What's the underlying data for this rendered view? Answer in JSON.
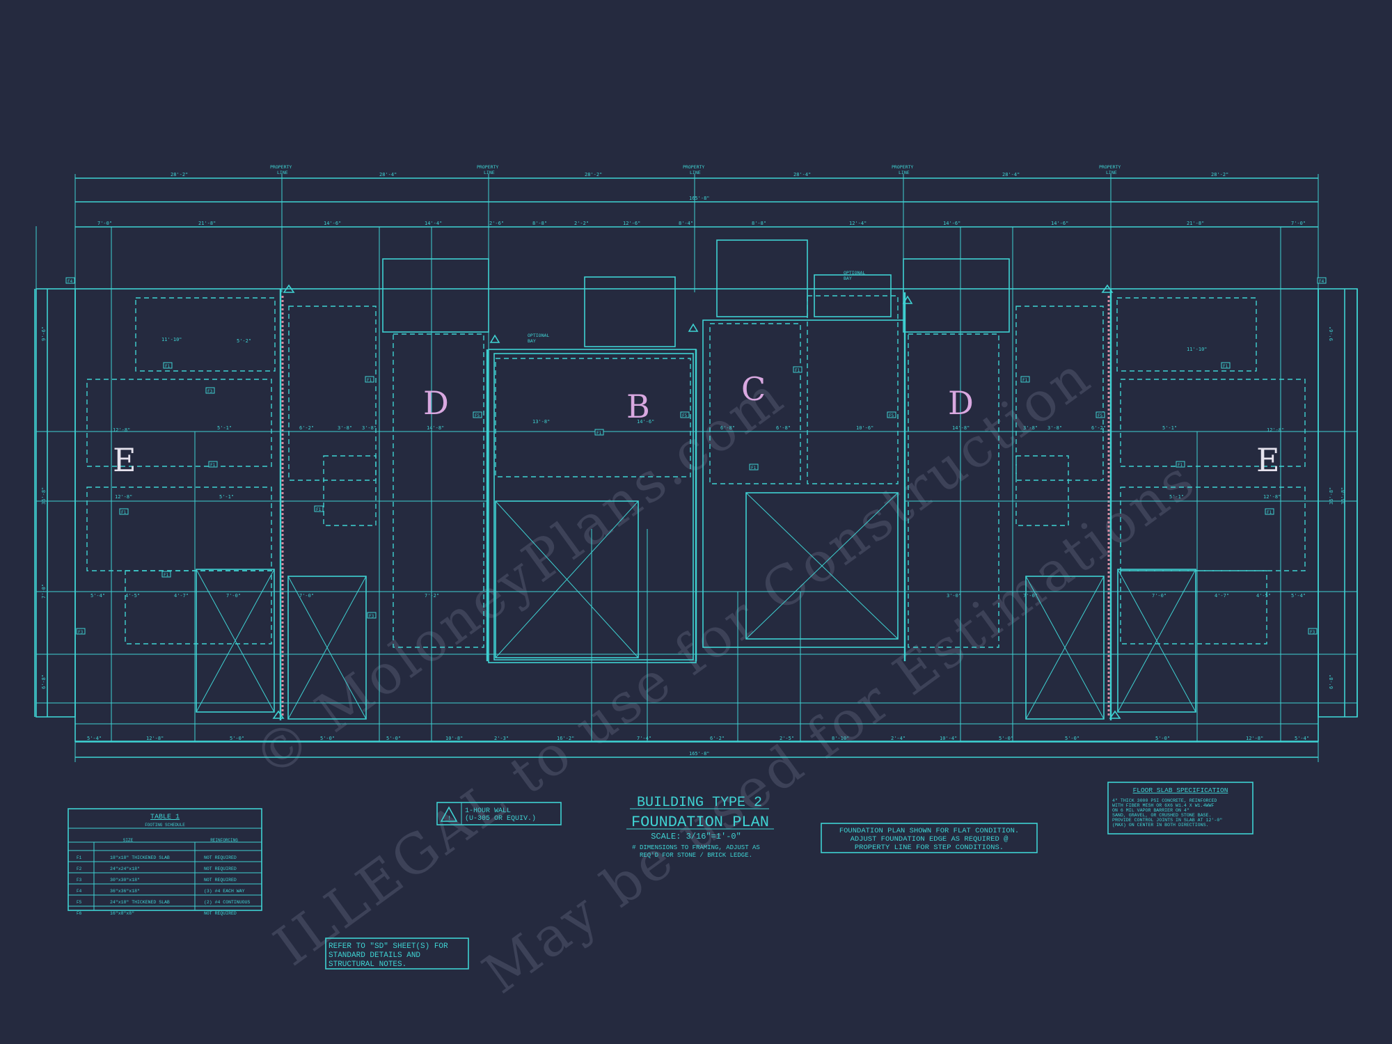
{
  "sheet": {
    "title_line1": "BUILDING TYPE 2",
    "title_line2": "FOUNDATION PLAN",
    "scale": "SCALE: 3/16\"=1'-0\"",
    "dim_note_line1": "# DIMENSIONS TO FRAMING, ADJUST AS",
    "dim_note_line2": "REQ'D FOR STONE / BRICK LEDGE."
  },
  "units": {
    "e_left": "E",
    "d_left": "D",
    "b": "B",
    "c": "C",
    "d_right": "D",
    "e_right": "E"
  },
  "top_labels": {
    "property_line": "PROPERTY",
    "line": "LINE",
    "optional_bay": "OPTIONAL",
    "bay": "BAY"
  },
  "legend": {
    "symbol": "!",
    "line1": "1-HOUR WALL",
    "line2": "(U-305 OR EQUIV.)"
  },
  "footing_table": {
    "title": "TABLE 1",
    "subtitle": "FOOTING SCHEDULE",
    "col_size": "SIZE",
    "col_reinforcing": "REINFORCING",
    "rows": [
      {
        "tag": "F1",
        "size": "18\"x18\" THICKENED SLAB",
        "reinforcing": "NOT REQUIRED"
      },
      {
        "tag": "F2",
        "size": "24\"x24\"x18\"",
        "reinforcing": "NOT REQUIRED"
      },
      {
        "tag": "F3",
        "size": "30\"x30\"x18\"",
        "reinforcing": "NOT REQUIRED"
      },
      {
        "tag": "F4",
        "size": "36\"x36\"x18\"",
        "reinforcing": "(3) #4 EACH WAY"
      },
      {
        "tag": "F5",
        "size": "24\"x18\" THICKENED SLAB",
        "reinforcing": "(2) #4 CONTINUOUS"
      },
      {
        "tag": "F6",
        "size": "16\"x8\"x8\"",
        "reinforcing": "NOT REQUIRED"
      }
    ]
  },
  "flat_condition_note": {
    "line1": "FOUNDATION PLAN SHOWN FOR FLAT CONDITION.",
    "line2": "ADJUST FOUNDATION EDGE AS REQUIRED @",
    "line3": "PROPERTY LINE  FOR STEP CONDITIONS."
  },
  "slab_spec": {
    "title": "FLOOR SLAB SPECIFICATION",
    "lines": [
      "4\" THICK 3000 PSI CONCRETE, REINFORCED",
      "WITH FIBER MESH OR 6X6 W1.4 X W1.4WWF",
      "ON 6 MIL VAPOR BARRIER ON 4\"",
      "SAND, GRAVEL, OR CRUSHED STONE BASE.",
      "PROVIDE CONTROL JOINTS IN SLAB AT 12'-0\"",
      "(MAX) ON CENTER IN BOTH DIRECTIONS."
    ]
  },
  "refer_note": {
    "line1": "REFER TO \"SD\" SHEET(S) FOR",
    "line2": "STANDARD DETAILS AND",
    "line3": "STRUCTURAL NOTES."
  },
  "watermark": {
    "line1": "ILLEGAL to use for Construction",
    "line2": "May be used for Estimations",
    "line3": "© MoloneyPlans.com"
  },
  "colors": {
    "background": "#252a3f",
    "line": "#3fd3d3",
    "unit_letter": "#d9a8e0",
    "fire_wall": "#d98aa0"
  }
}
